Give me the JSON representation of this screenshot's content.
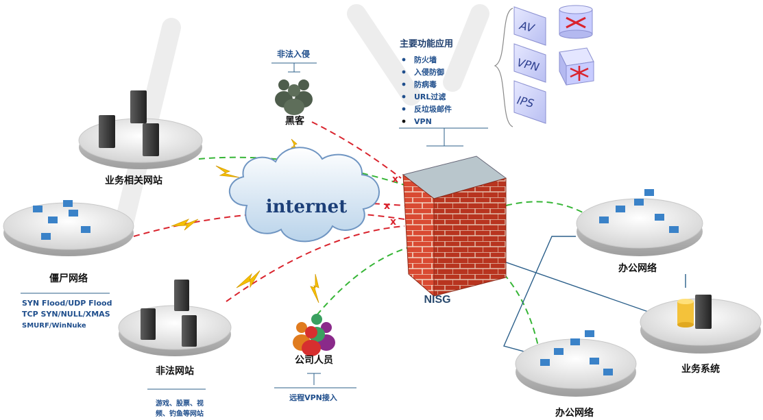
{
  "nodes": {
    "business_sites": {
      "label": "业务相关网站"
    },
    "hacker": {
      "label": "黑客",
      "tag": "非法入侵"
    },
    "botnet": {
      "label": "僵尸网络",
      "attacks": [
        "SYN Flood/UDP Flood",
        "TCP SYN/NULL/XMAS",
        "SMURF/WinNuke"
      ]
    },
    "illegal_sites": {
      "label": "非法网站",
      "note_lines": [
        "游戏、股票、视",
        "频、钓鱼等网站"
      ]
    },
    "staff": {
      "label": "公司人员",
      "tag": "远程VPN接入"
    },
    "firewall": {
      "label": "NISG"
    },
    "office_top": {
      "label": "办公网络"
    },
    "office_bottom": {
      "label": "办公网络"
    },
    "business_system": {
      "label": "业务系统"
    },
    "cloud": {
      "label": "internet"
    }
  },
  "features": {
    "title": "主要功能应用",
    "items": [
      "防火墙",
      "入侵防御",
      "防病毒",
      "URL过滤",
      "反垃圾邮件",
      "VPN"
    ]
  },
  "services": [
    "AV",
    "VPN",
    "IPS"
  ],
  "markers": {
    "block": "x"
  },
  "colors": {
    "blocked": "#d9232d",
    "allowed": "#36b536",
    "brick": "#d7402b",
    "link": "#2b5f8a",
    "label_blue": "#1f4e8c"
  }
}
